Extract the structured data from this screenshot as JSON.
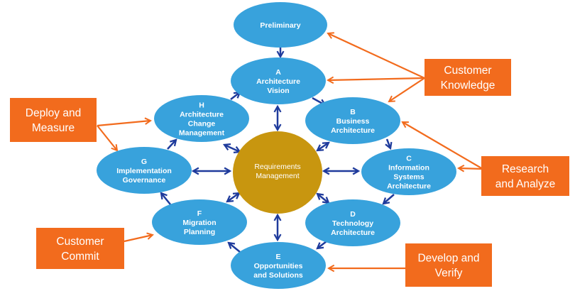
{
  "colors": {
    "node_fill": "#38a2dc",
    "center_fill": "#c8960f",
    "box_fill": "#f26b1d",
    "cycle_arrow": "#1f3b9c",
    "orange_arrow": "#f26b1d"
  },
  "nodes": [
    {
      "id": "prelim",
      "lines": [
        "Preliminary"
      ]
    },
    {
      "id": "A",
      "lines": [
        "A",
        "Architecture",
        "Vision"
      ]
    },
    {
      "id": "B",
      "lines": [
        "B",
        "Business",
        "Architecture"
      ]
    },
    {
      "id": "C",
      "lines": [
        "C",
        "Information",
        "Systems",
        "Architecture"
      ]
    },
    {
      "id": "D",
      "lines": [
        "D",
        "Technology",
        "Architecture"
      ]
    },
    {
      "id": "E",
      "lines": [
        "E",
        "Opportunities",
        "and Solutions"
      ]
    },
    {
      "id": "F",
      "lines": [
        "F",
        "Migration",
        "Planning"
      ]
    },
    {
      "id": "G",
      "lines": [
        "G",
        "Implementation",
        "Governance"
      ]
    },
    {
      "id": "H",
      "lines": [
        "H",
        "Architecture",
        "Change",
        "Management"
      ]
    }
  ],
  "center": {
    "lines": [
      "Requirements",
      "Management"
    ]
  },
  "boxes": [
    {
      "id": "customer-knowledge",
      "lines": [
        "Customer",
        "Knowledge"
      ]
    },
    {
      "id": "deploy-measure",
      "lines": [
        "Deploy and",
        "Measure"
      ]
    },
    {
      "id": "research-analyze",
      "lines": [
        "Research",
        "and Analyze"
      ]
    },
    {
      "id": "customer-commit",
      "lines": [
        "Customer",
        "Commit"
      ]
    },
    {
      "id": "develop-verify",
      "lines": [
        "Develop and",
        "Verify"
      ]
    }
  ]
}
